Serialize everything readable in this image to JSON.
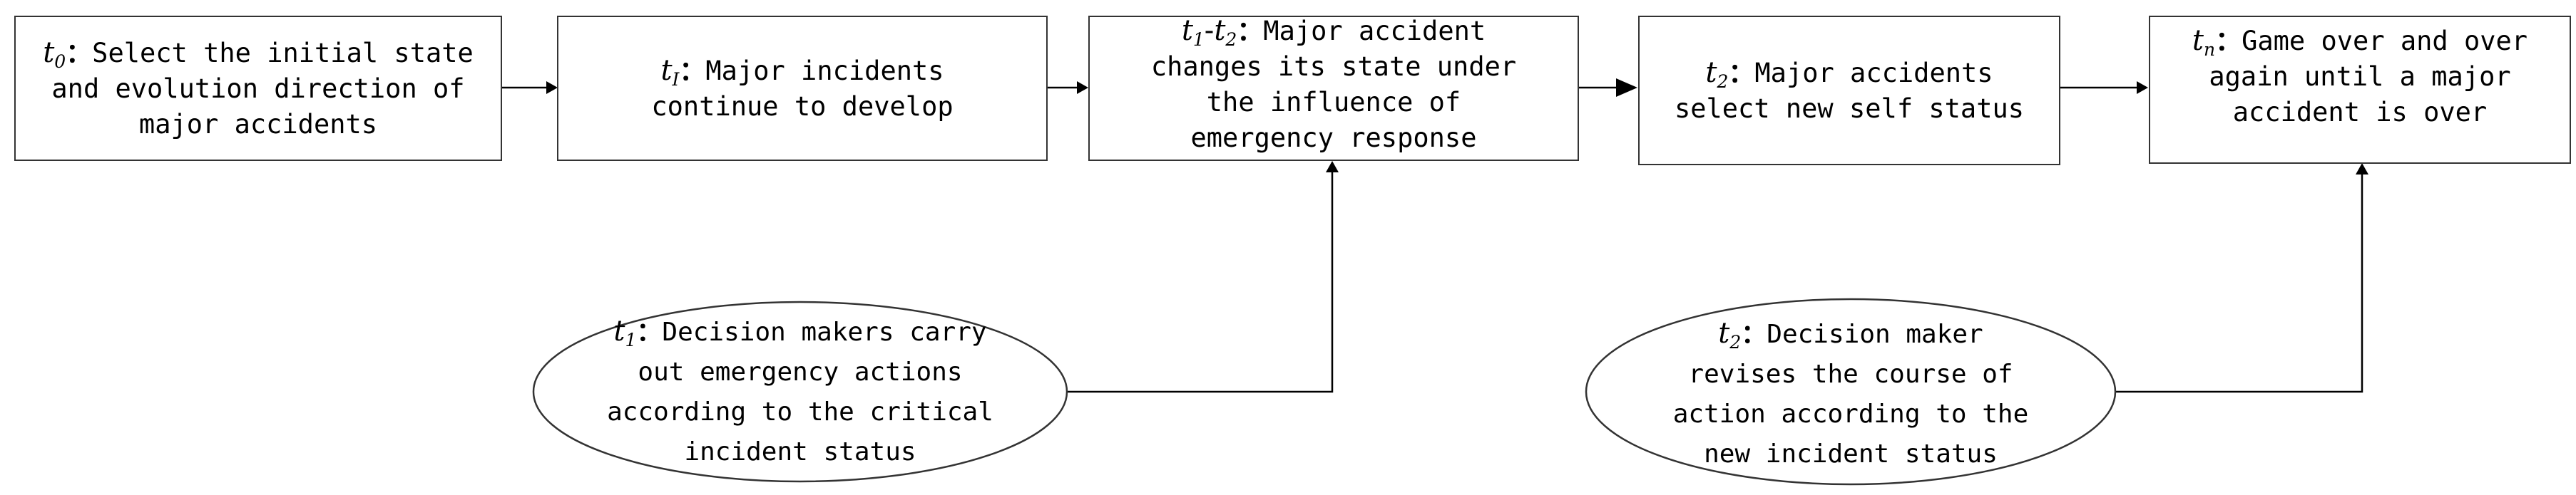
{
  "boxes": [
    {
      "id": "t0",
      "label": "t",
      "label_sub": "0",
      "lines": [
        "Select the initial state",
        "and evolution direction of",
        "major accidents"
      ]
    },
    {
      "id": "t1",
      "label": "t",
      "label_sub": "I",
      "lines": [
        "Major incidents",
        "continue to develop"
      ]
    },
    {
      "id": "t1t2",
      "label": "t",
      "label_sub": "1",
      "label2": "t",
      "label2_sub": "2",
      "separator": "-",
      "lines": [
        "Major accident",
        "changes its state under",
        "the influence of",
        "emergency response"
      ]
    },
    {
      "id": "t2",
      "label": "t",
      "label_sub": "2",
      "lines": [
        "Major accidents",
        "select new self status"
      ]
    },
    {
      "id": "tn",
      "label": "t",
      "label_sub": "n",
      "lines": [
        "Game over and over",
        "again until a major",
        "accident is over"
      ]
    }
  ],
  "ellipses": [
    {
      "id": "decision-t1",
      "label": "t",
      "label_sub": "1",
      "lines": [
        "Decision makers carry",
        "out emergency actions",
        "according to the critical",
        "incident status"
      ]
    },
    {
      "id": "decision-t2",
      "label": "t",
      "label_sub": "2",
      "lines": [
        "Decision maker",
        "revises the course of",
        "action according to the",
        "new incident status"
      ]
    }
  ],
  "colon": "：",
  "colors": {
    "stroke": "#333333",
    "text": "#000000",
    "background": "#ffffff"
  }
}
